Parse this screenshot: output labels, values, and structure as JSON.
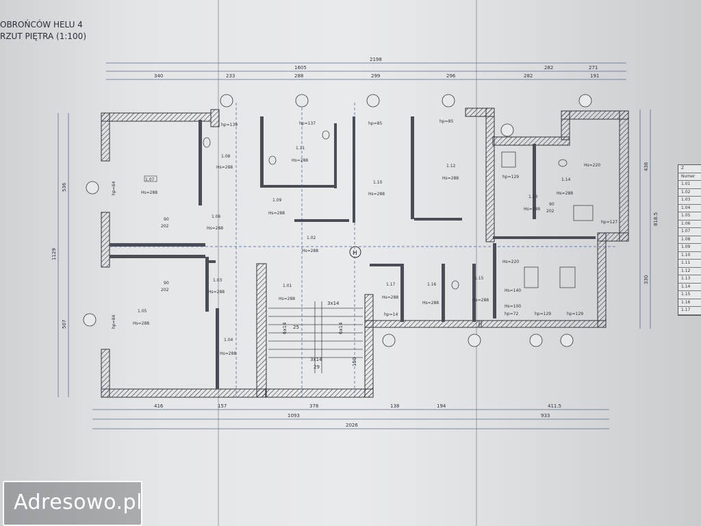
{
  "header": {
    "line1": "OBROŃCÓW HELU 4",
    "line2": "RZUT PIĘTRA (1:100)"
  },
  "watermark": "Adresowo.pl",
  "legend": {
    "header": "Z",
    "subheader": "Numer",
    "rows": [
      "1.01",
      "1.02",
      "1.03",
      "1.04",
      "1.05",
      "1.06",
      "1.07",
      "1.08",
      "1.09",
      "1.10",
      "1.11",
      "1.12",
      "1.13",
      "1.14",
      "1.15",
      "1.16",
      "1.17"
    ]
  },
  "rooms": [
    {
      "id": "1.07",
      "hs": "Hs=288"
    },
    {
      "id": "1.08",
      "hs": "Hs=288"
    },
    {
      "id": "1.11",
      "hs": "Hs=288"
    },
    {
      "id": "1.10",
      "hs": "Hs=288"
    },
    {
      "id": "1.12",
      "hs": "Hs=288"
    },
    {
      "id": "1.13",
      "hs": "Hs=288"
    },
    {
      "id": "1.14",
      "hs": "Hs=288"
    },
    {
      "id": "1.09",
      "hs": "Hs=288"
    },
    {
      "id": "1.06",
      "hs": "Hs=288"
    },
    {
      "id": "1.02",
      "hs": "Hs=288"
    },
    {
      "id": "1.03",
      "hs": "Hs=288"
    },
    {
      "id": "1.05",
      "hs": "Hs=288"
    },
    {
      "id": "1.04",
      "hs": "Hs=288"
    },
    {
      "id": "1.01",
      "hs": "Hs=288"
    },
    {
      "id": "1.17",
      "hs": "Hs=288"
    },
    {
      "id": "1.16",
      "hs": "Hs=288"
    },
    {
      "id": "1.15",
      "hs": "Hs=288"
    }
  ],
  "top_dims": [
    "2198",
    "1605",
    "282",
    "271",
    "340",
    "233",
    "288",
    "299",
    "296",
    "282",
    "191"
  ],
  "bottom_dims": [
    "416",
    "157",
    "378",
    "138",
    "194",
    "411.5",
    "1093",
    "933",
    "2026"
  ],
  "left_dims": [
    "536",
    "1129",
    "507"
  ],
  "right_dims": [
    "436",
    "818.5",
    "330"
  ],
  "hp_labels": [
    "hp=139",
    "hp=137",
    "hp=85",
    "hp=85",
    "hp=84",
    "hp=84",
    "hp=129",
    "hp=129",
    "hp=129",
    "hp=127",
    "hp=14",
    "hp=72"
  ],
  "door_labels": [
    "90",
    "202",
    "90",
    "202",
    "90",
    "202"
  ],
  "core": {
    "axis_mark": "H",
    "stairs1": "3x14",
    "stairs2": "6x14",
    "stairs3": "3x14",
    "val25": "25",
    "val29": "29",
    "val150": "150"
  },
  "hs_misc": [
    "Hs=220",
    "Hs=220",
    "Hs=140",
    "Hs=100"
  ]
}
